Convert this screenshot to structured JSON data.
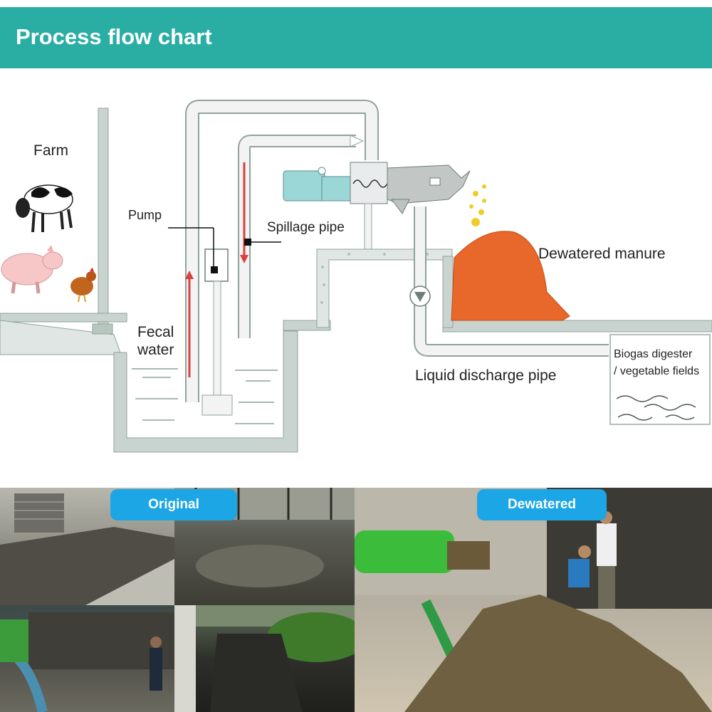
{
  "banner": {
    "title": "Process flow chart",
    "color": "#2aaea4"
  },
  "diagram": {
    "labels": {
      "farm": "Farm",
      "pump": "Pump",
      "spillage_pipe": "Spillage pipe",
      "fecal_water_line1": "Fecal",
      "fecal_water_line2": "water",
      "dewatered_manure": "Dewatered manure",
      "liquid_discharge_pipe": "Liquid discharge pipe",
      "biogas_line1": "Biogas digester",
      "biogas_line2": "/ vegetable fields"
    },
    "colors": {
      "pipe": "#f3f3f3",
      "wall": "#c9d3cf",
      "machine": "#9ad7d6",
      "manure": "#e8672b",
      "flow_arrow": "#d84040"
    }
  },
  "photos": {
    "badge_original": "Original",
    "badge_dewatered": "Dewatered",
    "badge_color": "#1da6e6"
  }
}
